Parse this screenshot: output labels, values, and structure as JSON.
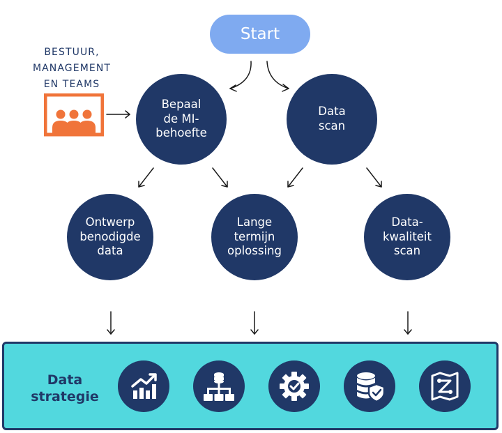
{
  "start": {
    "label": "Start"
  },
  "stakeholders": {
    "label": "BESTUUR,\nMANAGEMENT\nEN TEAMS",
    "icon": "presentation-audience-icon",
    "color": "#f0743a"
  },
  "nodes": {
    "bepaal": "Bepaal\nde MI-\nbehoefte",
    "datascan": "Data\nscan",
    "ontwerp": "Ontwerp\nbenodigde\ndata",
    "lange_termijn": "Lange\ntermijn\noplossing",
    "datakwaliteit": "Data-\nkwaliteit\nscan"
  },
  "strategy_bar": {
    "title": "Data\nstrategie",
    "icons": [
      "growth-chart-icon",
      "hierarchy-database-icon",
      "gear-check-icon",
      "database-shield-icon",
      "data-map-icon"
    ]
  },
  "colors": {
    "navy": "#203867",
    "start": "#7faaf0",
    "bar": "#52d8de",
    "accent": "#f0743a"
  }
}
